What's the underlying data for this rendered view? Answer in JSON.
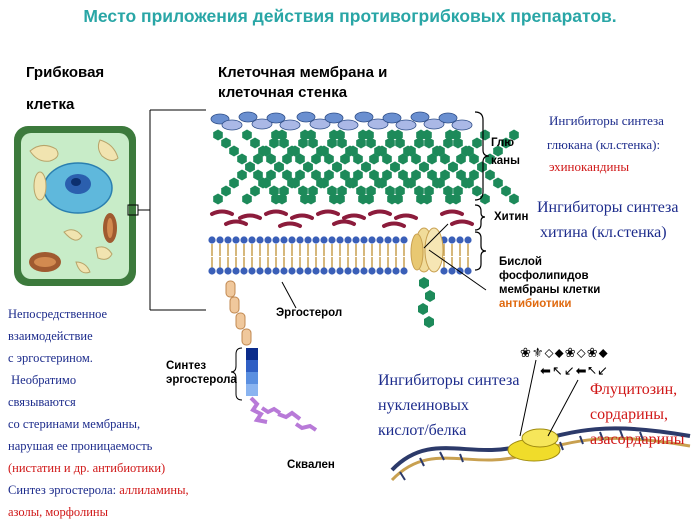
{
  "title": "Место приложения действия противогрибковых препаратов.",
  "labels": {
    "fungal_cell_line1": "Грибковая",
    "fungal_cell_line2": "клетка",
    "membrane_line1": "Клеточная мембрана и",
    "membrane_line2": "клеточная стенка",
    "glucans_line1": "Глю",
    "glucans_line2": "каны",
    "chitin": "Хитин",
    "bilayer_line1": "Бислой",
    "bilayer_line2": "фосфолипидов",
    "bilayer_line3": "мембраны клетки",
    "antibiotics": "антибиотики",
    "ergosterol": "Эргостерол",
    "synthesis_line1": "Синтез",
    "synthesis_line2": "эргостерола",
    "squalene": "Сквален"
  },
  "glucan_inhibitors": {
    "line1": "Ингибиторы синтеза",
    "line2": "глюкана (кл.стенка):",
    "line3": "эхинокандины"
  },
  "chitin_inhibitors": {
    "line1": "Ингибиторы синтеза",
    "line2": "хитина (кл.стенка)"
  },
  "nucleic_inhibitors": {
    "line1": "Ингибиторы синтеза",
    "line2": "нуклеиновых",
    "line3": "кислот/белка"
  },
  "nucleic_drugs": {
    "line1": "Флуцитозин,",
    "line2": "сордарины,",
    "line3": "азасордарины"
  },
  "left_text": {
    "line1": "Непосредственное",
    "line2": "взаимодействие",
    "line3": "с эргостерином.",
    "line4": " Необратимо",
    "line5": "связываются",
    "line6": "со стеринами мембраны,",
    "line7": "нарушая ее проницаемость",
    "line8": "(нистатин и др. антибиотики)",
    "line9_prefix": "Синтез эргостерола: ",
    "line9_red": "аллиламины,",
    "line10": "азолы, морфолины"
  },
  "symbols": {
    "row1": "❀⚜⬦⬥❀⬦❀⬥",
    "row2": "⬅↖↙⬅⭦↙"
  },
  "colors": {
    "title": "#29a6a6",
    "blue_text": "#1d2c8c",
    "red_text": "#d01818",
    "orange_text": "#e06a10",
    "glucan": "#1d8a5a",
    "mannan": "#6a8fd0",
    "chitin": "#8c1c3c",
    "lipid_head": "#3a5fb8",
    "cell_fill": "#c8ecc8"
  }
}
